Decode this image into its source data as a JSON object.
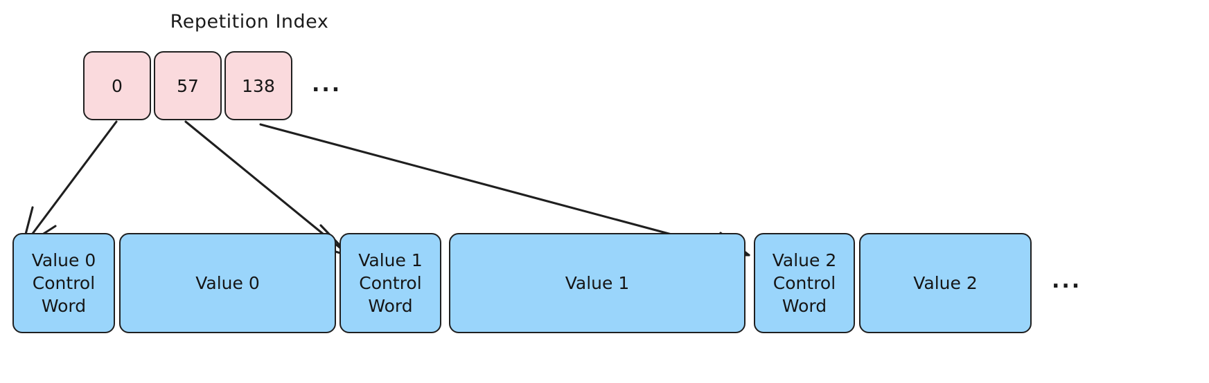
{
  "diagram": {
    "title": "Repetition Index",
    "background_color": "#ffffff",
    "index_row": {
      "fill_color": "#fadadd",
      "stroke_color": "#1f1f1f",
      "boxes": [
        {
          "label": "0"
        },
        {
          "label": "57"
        },
        {
          "label": "138"
        }
      ],
      "overflow_ellipsis": "..."
    },
    "data_row": {
      "fill_color": "#9ad5fb",
      "stroke_color": "#1f1f1f",
      "boxes": [
        {
          "label": "Value 0\nControl\nWord"
        },
        {
          "label": "Value 0"
        },
        {
          "label": "Value 1\nControl\nWord"
        },
        {
          "label": "Value 1"
        },
        {
          "label": "Value 2\nControl\nWord"
        },
        {
          "label": "Value 2"
        }
      ],
      "overflow_ellipsis": "..."
    },
    "arrows": [
      {
        "from": "0",
        "to": "Value 0 Control Word"
      },
      {
        "from": "57",
        "to": "Value 1 Control Word"
      },
      {
        "from": "138",
        "to": "Value 2 Control Word"
      }
    ]
  }
}
